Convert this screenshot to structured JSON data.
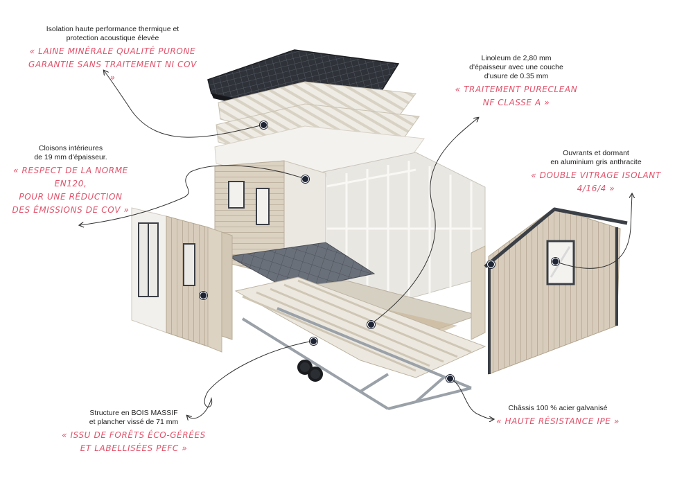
{
  "colors": {
    "accent": "#e0536b",
    "text": "#222222",
    "roof": "#2c2f36",
    "siding": "#d9cfc0",
    "frame": "#f3f1ec",
    "chassis": "#b9bfc4"
  },
  "annotations": [
    {
      "id": "insulation",
      "desc_lines": [
        "Isolation haute performance thermique et",
        "protection acoustique élevée"
      ],
      "quote_lines": [
        "« Laine minérale qualité Purone",
        "garantie sans traitement ni COV »"
      ]
    },
    {
      "id": "linoleum",
      "desc_lines": [
        "Linoleum de 2,80 mm",
        "d'épaisseur avec une couche",
        "d'usure de 0.35 mm"
      ],
      "quote_lines": [
        "« Traitement PureClean",
        "NF classe A »"
      ]
    },
    {
      "id": "partitions",
      "desc_lines": [
        "Cloisons intérieures",
        "de 19 mm d'épaisseur."
      ],
      "quote_lines": [
        "« Respect de la norme EN120,",
        "pour une réduction",
        "des émissions de COV »"
      ]
    },
    {
      "id": "windows",
      "desc_lines": [
        "Ouvrants et dormant",
        "en aluminium gris anthracite"
      ],
      "quote_lines": [
        "« Double vitrage isolant 4/16/4 »"
      ]
    },
    {
      "id": "structure",
      "desc_lines": [
        "Structure en BOIS MASSIF",
        "et plancher vissé de 71 mm"
      ],
      "quote_lines": [
        "« Issu de forêts éco-gérées",
        "et labellisées PEFC »"
      ]
    },
    {
      "id": "chassis",
      "desc_lines": [
        "Châssis 100 % acier galvanisé"
      ],
      "quote_lines": [
        "« Haute résistance IPE »"
      ]
    }
  ]
}
